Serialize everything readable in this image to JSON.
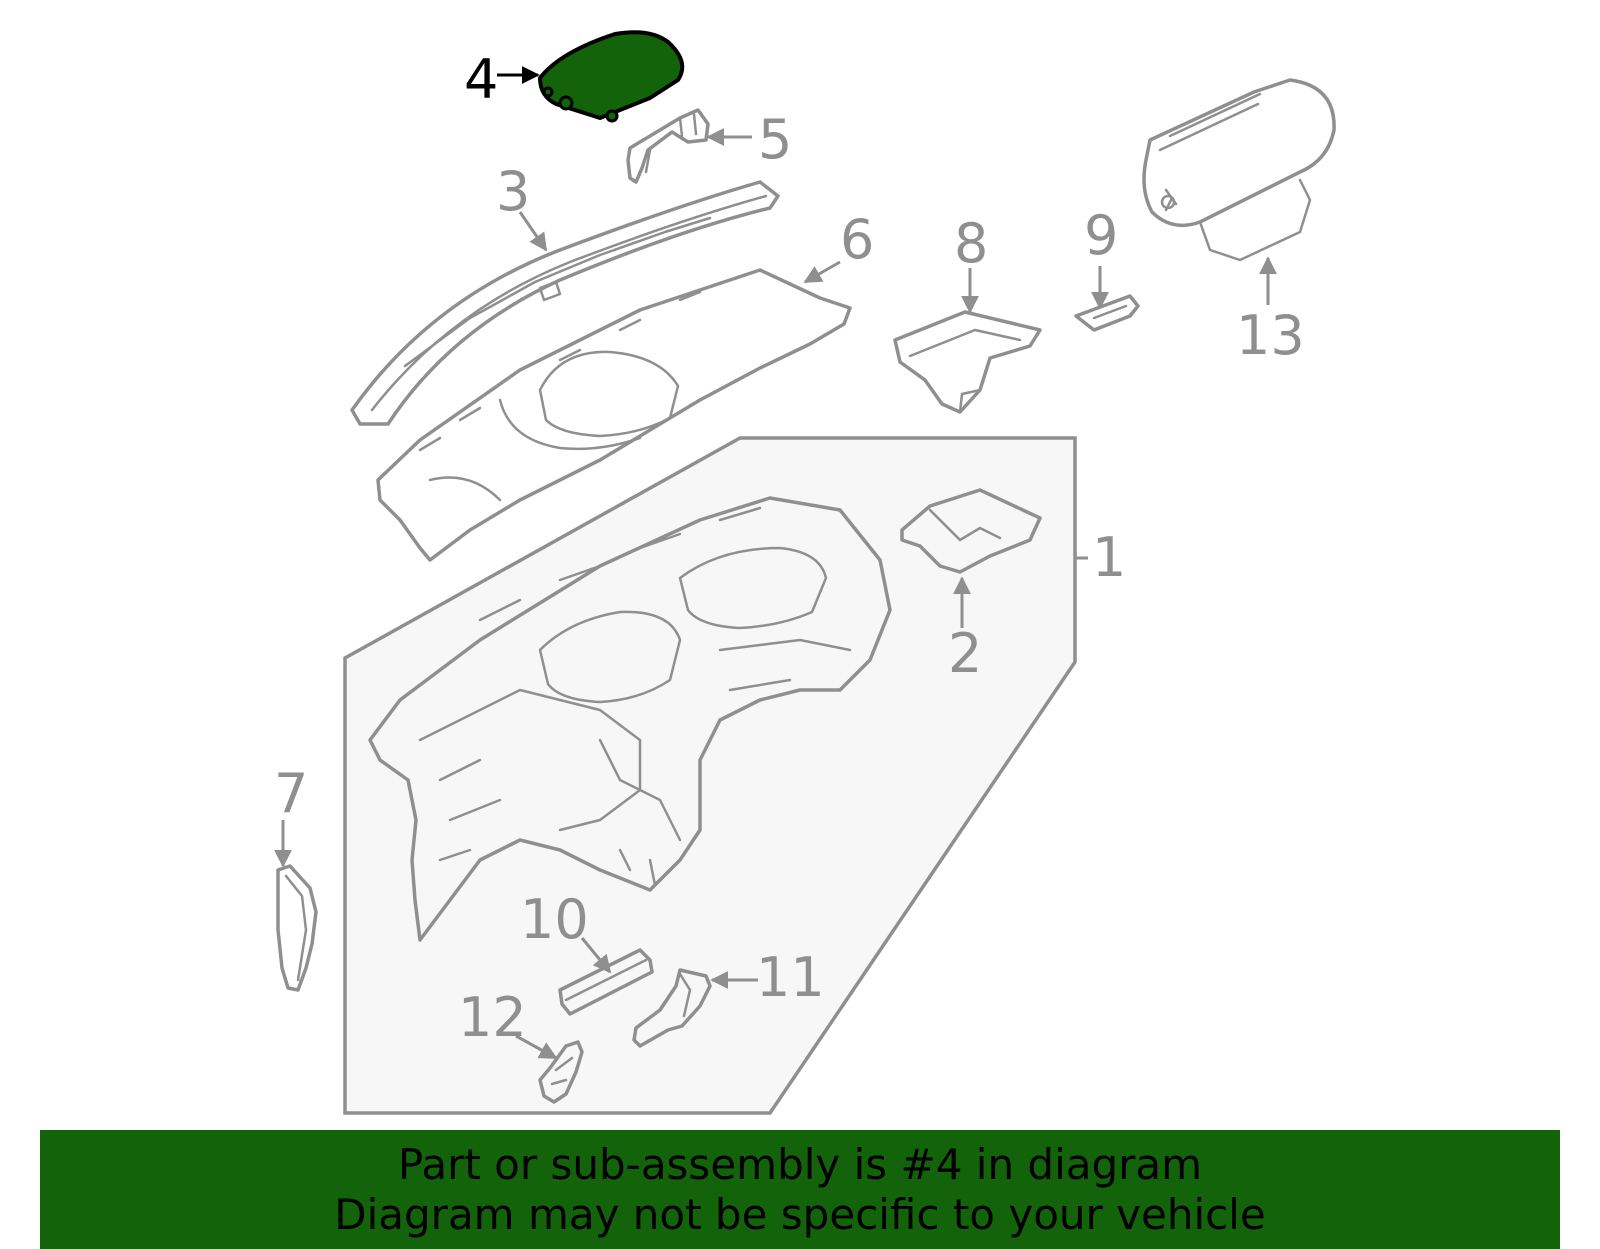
{
  "diagram": {
    "highlight_color": "#126309",
    "line_color": "#8f8f8f",
    "highlighted_part": "4",
    "callouts": {
      "c1": "1",
      "c2": "2",
      "c3": "3",
      "c4": "4",
      "c5": "5",
      "c6": "6",
      "c7": "7",
      "c8": "8",
      "c9": "9",
      "c10": "10",
      "c11": "11",
      "c12": "12",
      "c13": "13"
    }
  },
  "banner": {
    "line1": "Part or sub-assembly is #4 in diagram",
    "line2": "Diagram may not be specific to your vehicle"
  }
}
